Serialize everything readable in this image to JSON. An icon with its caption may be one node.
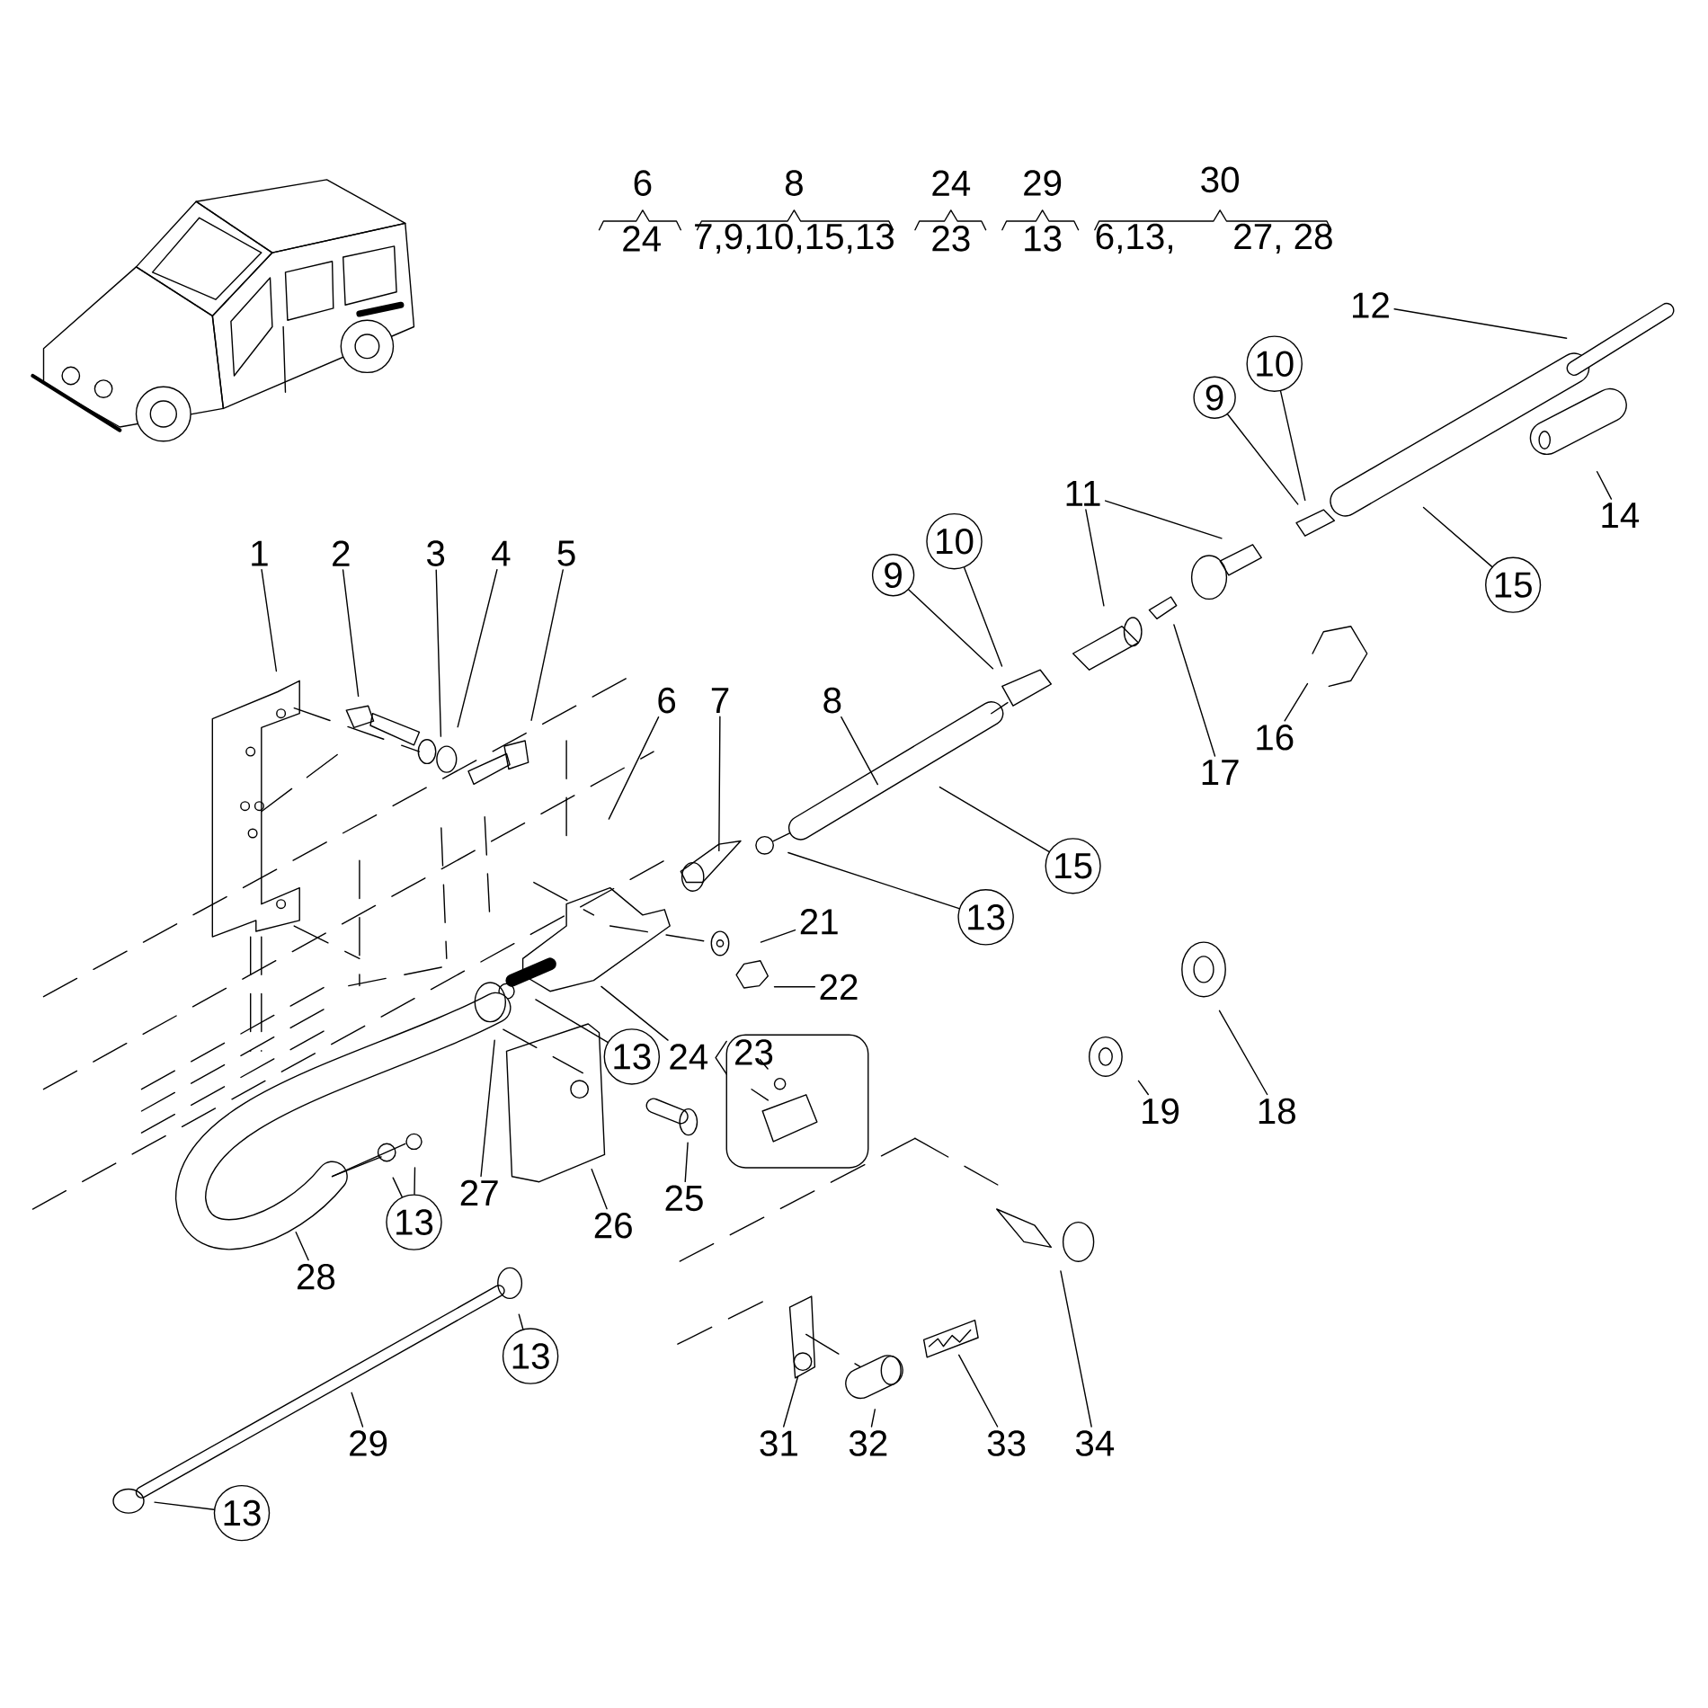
{
  "diagram": {
    "nodes": [
      {
        "text": [
          "1"
        ]
      },
      {
        "text": [
          "2"
        ]
      },
      {
        "text": [
          "3"
        ]
      },
      {
        "text": [
          "4"
        ]
      },
      {
        "text": [
          "5"
        ]
      },
      {
        "text": [
          "6"
        ]
      },
      {
        "text": [
          "7"
        ]
      },
      {
        "text": [
          "8"
        ]
      },
      {
        "text": [
          "9"
        ]
      },
      {
        "text": [
          "10"
        ]
      },
      {
        "text": [
          "11"
        ]
      },
      {
        "text": [
          "17"
        ]
      },
      {
        "text": [
          "16"
        ]
      },
      {
        "text": [
          "15"
        ]
      },
      {
        "text": [
          "13"
        ]
      },
      {
        "text": [
          "21"
        ]
      },
      {
        "text": [
          "22"
        ]
      },
      {
        "text": [
          "24"
        ]
      },
      {
        "text": [],
        "shape": "box"
      },
      {
        "text": [
          "23"
        ],
        "in": 18
      },
      {
        "text": [
          "13"
        ]
      },
      {
        "text": [
          "25"
        ]
      },
      {
        "text": [
          "26"
        ]
      },
      {
        "text": [
          "27"
        ]
      },
      {
        "text": [
          "13"
        ]
      },
      {
        "text": [
          "28"
        ]
      },
      {
        "text": [
          "13"
        ]
      },
      {
        "text": [
          "29"
        ]
      },
      {
        "text": [
          "13"
        ]
      },
      {
        "text": [
          "31"
        ]
      },
      {
        "text": [
          "32"
        ]
      },
      {
        "text": [
          "33"
        ]
      },
      {
        "text": [
          "34"
        ]
      },
      {
        "text": [
          "19"
        ]
      },
      {
        "text": [
          "18"
        ]
      },
      {
        "text": [
          "14"
        ]
      },
      {
        "text": [
          "15"
        ]
      },
      {
        "text": [
          "9"
        ]
      },
      {
        "text": [
          "10"
        ]
      },
      {
        "text": [
          "12"
        ]
      }
    ],
    "edges": [
      {
        "from": 0,
        "to": null,
        "arrow": "none"
      },
      {
        "from": 1,
        "to": null,
        "arrow": "none"
      },
      {
        "from": 2,
        "to": null,
        "arrow": "none"
      },
      {
        "from": 3,
        "to": null,
        "arrow": "none"
      },
      {
        "from": 4,
        "to": null,
        "arrow": "none"
      },
      {
        "from": 5,
        "to": null,
        "arrow": "none"
      },
      {
        "from": 6,
        "to": null,
        "arrow": "none"
      },
      {
        "from": 7,
        "to": null,
        "arrow": "none"
      },
      {
        "from": 8,
        "to": null,
        "arrow": "none"
      },
      {
        "from": 9,
        "to": null,
        "arrow": "none"
      },
      {
        "from": 10,
        "to": null,
        "arrow": "none"
      },
      {
        "from": 10,
        "to": null,
        "arrow": "none"
      },
      {
        "from": 11,
        "to": null,
        "arrow": "none"
      },
      {
        "from": 12,
        "to": null,
        "arrow": "none"
      },
      {
        "from": 13,
        "to": null,
        "arrow": "none"
      },
      {
        "from": 14,
        "to": null,
        "arrow": "none"
      },
      {
        "from": 15,
        "to": null,
        "arrow": "none"
      },
      {
        "from": 16,
        "to": null,
        "arrow": "none"
      },
      {
        "from": 17,
        "to": null,
        "arrow": "none"
      },
      {
        "from": 19,
        "to": null,
        "arrow": "none"
      },
      {
        "from": 20,
        "to": null,
        "arrow": "none"
      },
      {
        "from": 21,
        "to": null,
        "arrow": "none"
      },
      {
        "from": 22,
        "to": null,
        "arrow": "none"
      },
      {
        "from": 23,
        "to": null,
        "arrow": "none"
      },
      {
        "from": 24,
        "to": null,
        "arrow": "none"
      },
      {
        "from": 24,
        "to": null,
        "arrow": "none"
      },
      {
        "from": 25,
        "to": null,
        "arrow": "none"
      },
      {
        "from": 26,
        "to": null,
        "arrow": "none"
      },
      {
        "from": 27,
        "to": null,
        "arrow": "none"
      },
      {
        "from": 28,
        "to": null,
        "arrow": "none"
      },
      {
        "from": 29,
        "to": null,
        "arrow": "none"
      },
      {
        "from": 30,
        "to": null,
        "arrow": "none"
      },
      {
        "from": 31,
        "to": null,
        "arrow": "none"
      },
      {
        "from": 32,
        "to": null,
        "arrow": "none"
      },
      {
        "from": 33,
        "to": null,
        "arrow": "none"
      },
      {
        "from": 34,
        "to": null,
        "arrow": "none"
      },
      {
        "from": 35,
        "to": null,
        "arrow": "none"
      },
      {
        "from": 36,
        "to": null,
        "arrow": "none"
      },
      {
        "from": 37,
        "to": null,
        "arrow": "none"
      },
      {
        "from": 38,
        "to": null,
        "arrow": "none"
      },
      {
        "from": 39,
        "to": null,
        "arrow": "none"
      }
    ],
    "labels": [
      "6",
      "24",
      "8",
      "7,9,10,15,13",
      "24",
      "23",
      "29",
      "13",
      "30",
      "6,13,",
      "27, 28"
    ]
  }
}
